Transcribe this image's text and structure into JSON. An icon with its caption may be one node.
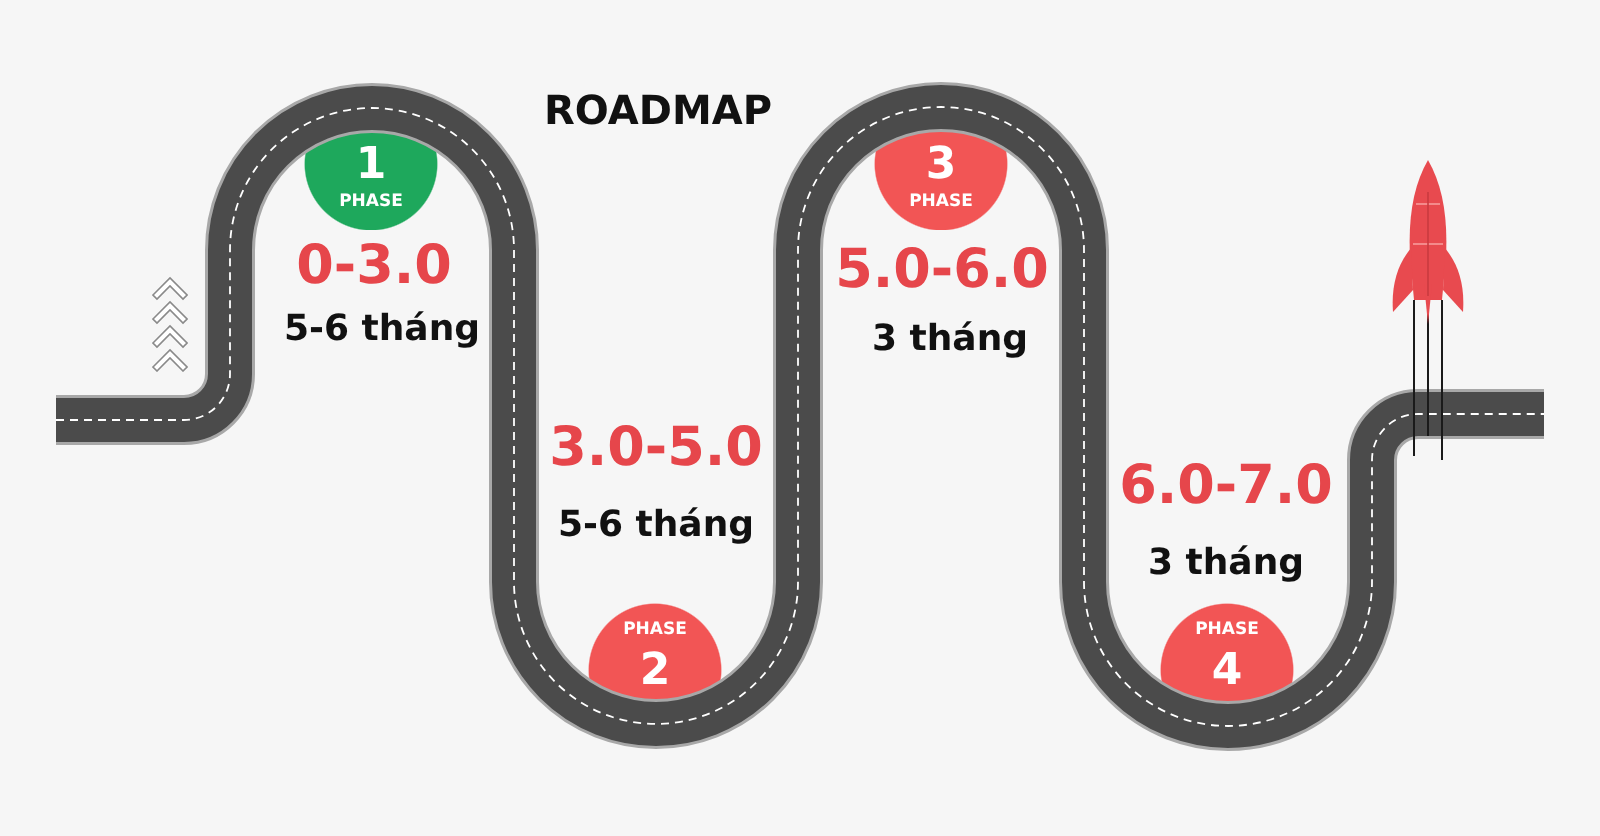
{
  "diagram": {
    "title": "ROADMAP",
    "nodes": [
      {
        "text": [
          "1",
          "PHASE"
        ],
        "beside": [
          "0-3.0",
          "5-6 tháng"
        ]
      },
      {
        "text": [
          "PHASE",
          "2"
        ],
        "beside": [
          "3.0-5.0",
          "5-6 tháng"
        ]
      },
      {
        "text": [
          "3",
          "PHASE"
        ],
        "beside": [
          "5.0-6.0",
          "3 tháng"
        ]
      },
      {
        "text": [
          "PHASE",
          "4"
        ],
        "beside": [
          "6.0-7.0",
          "3 tháng"
        ]
      }
    ]
  }
}
